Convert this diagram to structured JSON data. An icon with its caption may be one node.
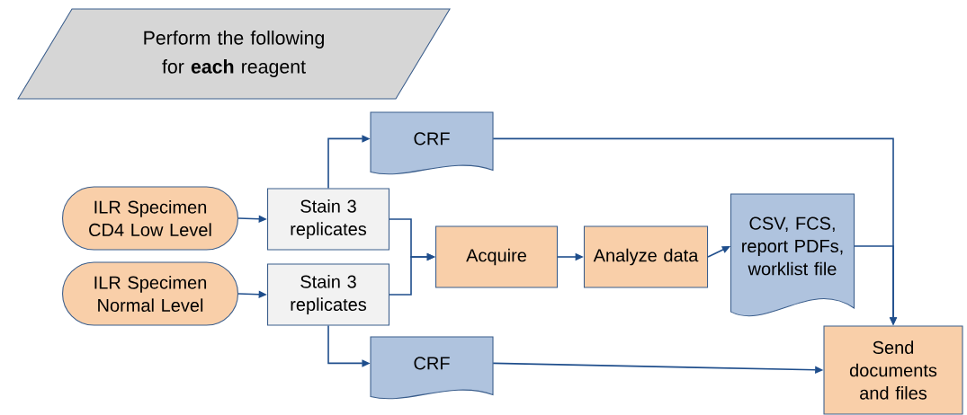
{
  "diagram": {
    "nodes": [
      {
        "text": [
          "Perform the following for **each** reagent"
        ]
      },
      {
        "text": [
          "ILR Specimen CD4 Low Level"
        ]
      },
      {
        "text": [
          "ILR Specimen Normal Level"
        ]
      },
      {
        "text": [
          "Stain 3 replicates"
        ]
      },
      {
        "text": [
          "CRF"
        ]
      },
      {
        "text": [
          "Stain 3 replicates"
        ]
      },
      {
        "text": [
          "Acquire"
        ]
      },
      {
        "text": [
          "Analyze data"
        ]
      },
      {
        "text": [
          "CSV, FCS, report PDFs, worklist file"
        ]
      },
      {
        "text": [
          "CRF"
        ]
      },
      {
        "text": [
          "Send documents and files"
        ]
      }
    ],
    "edges": [
      {
        "from": 1,
        "to": 3,
        "arrow": "to"
      },
      {
        "from": 2,
        "to": 5,
        "arrow": "to"
      },
      {
        "from": 3,
        "to": 4,
        "arrow": "to"
      },
      {
        "from": 5,
        "to": 9,
        "arrow": "to"
      },
      {
        "from": 3,
        "to": 6,
        "arrow": "to"
      },
      {
        "from": 5,
        "to": 6,
        "arrow": "to"
      },
      {
        "from": 6,
        "to": 7,
        "arrow": "to"
      },
      {
        "from": 7,
        "to": 8,
        "arrow": "to"
      },
      {
        "from": 4,
        "to": 10,
        "arrow": "to"
      },
      {
        "from": 8,
        "to": 10,
        "arrow": "to"
      },
      {
        "from": 9,
        "to": 10,
        "arrow": "to"
      }
    ]
  }
}
